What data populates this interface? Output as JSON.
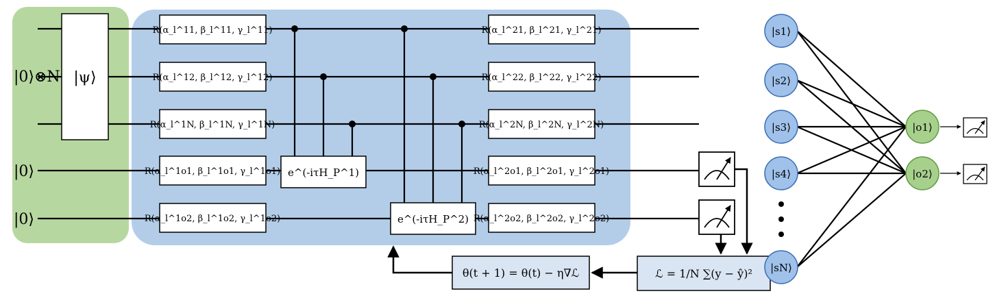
{
  "inputs": {
    "psi_register": "|0⟩⊗N",
    "ancilla_1": "|0⟩",
    "ancilla_2": "|0⟩"
  },
  "state_prep": "|ψ⟩",
  "layer1": [
    "R(α_l^11, β_l^11, γ_l^11)",
    "R(α_l^12, β_l^12, γ_l^12)",
    "R(α_l^1N, β_l^1N, γ_l^1N)",
    "R(α_l^1o1, β_l^1o1, γ_l^1o1)",
    "R(α_l^1o2, β_l^1o2, γ_l^1o2)"
  ],
  "layer2": [
    "R(α_l^21, β_l^21, γ_l^21)",
    "R(α_l^22, β_l^22, γ_l^22)",
    "R(α_l^2N, β_l^2N, γ_l^2N)",
    "R(α_l^2o1, β_l^2o1, γ_l^2o1)",
    "R(α_l^2o2, β_l^2o2, γ_l^2o2)"
  ],
  "evolution": [
    "e^(-iτH_P^1)",
    "e^(-iτH_P^2)"
  ],
  "loss": "ℒ = 1/N ∑(y − ŷ)²",
  "update": "θ(t + 1) = θ(t) − η∇ℒ",
  "network": {
    "inputs": [
      "|s1⟩",
      "|s2⟩",
      "|s3⟩",
      "|s4⟩",
      "|sN⟩"
    ],
    "outputs": [
      "|o1⟩",
      "|o2⟩"
    ],
    "dots": "⋮"
  },
  "colors": {
    "green_panel": "#b7d7a0",
    "blue_panel": "#b3cde9",
    "node_blue": "#9fc1ea",
    "node_blue_stroke": "#3b6db3",
    "node_green": "#a8d08d",
    "node_green_stroke": "#5e9a3f",
    "box_fill": "#ffffff",
    "loss_fill": "#dae5f4"
  }
}
